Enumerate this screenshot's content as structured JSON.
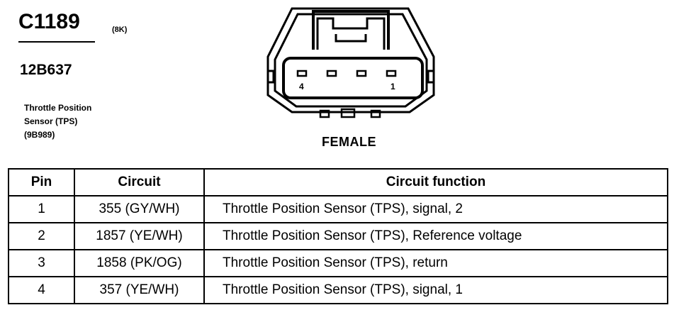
{
  "connector": {
    "code": "C1189",
    "code_note": "(8K)",
    "part_number": "12B637",
    "description_lines": [
      "Throttle Position",
      "Sensor (TPS)",
      "(9B989)"
    ],
    "gender": "FEMALE",
    "pin_label_left": "4",
    "pin_label_right": "1"
  },
  "table": {
    "headers": [
      "Pin",
      "Circuit",
      "Circuit function"
    ],
    "rows": [
      [
        "1",
        "355 (GY/WH)",
        "Throttle Position Sensor (TPS), signal, 2"
      ],
      [
        "2",
        "1857 (YE/WH)",
        "Throttle Position Sensor (TPS), Reference voltage"
      ],
      [
        "3",
        "1858 (PK/OG)",
        "Throttle Position Sensor (TPS), return"
      ],
      [
        "4",
        "357 (YE/WH)",
        "Throttle Position Sensor (TPS), signal, 1"
      ]
    ]
  }
}
